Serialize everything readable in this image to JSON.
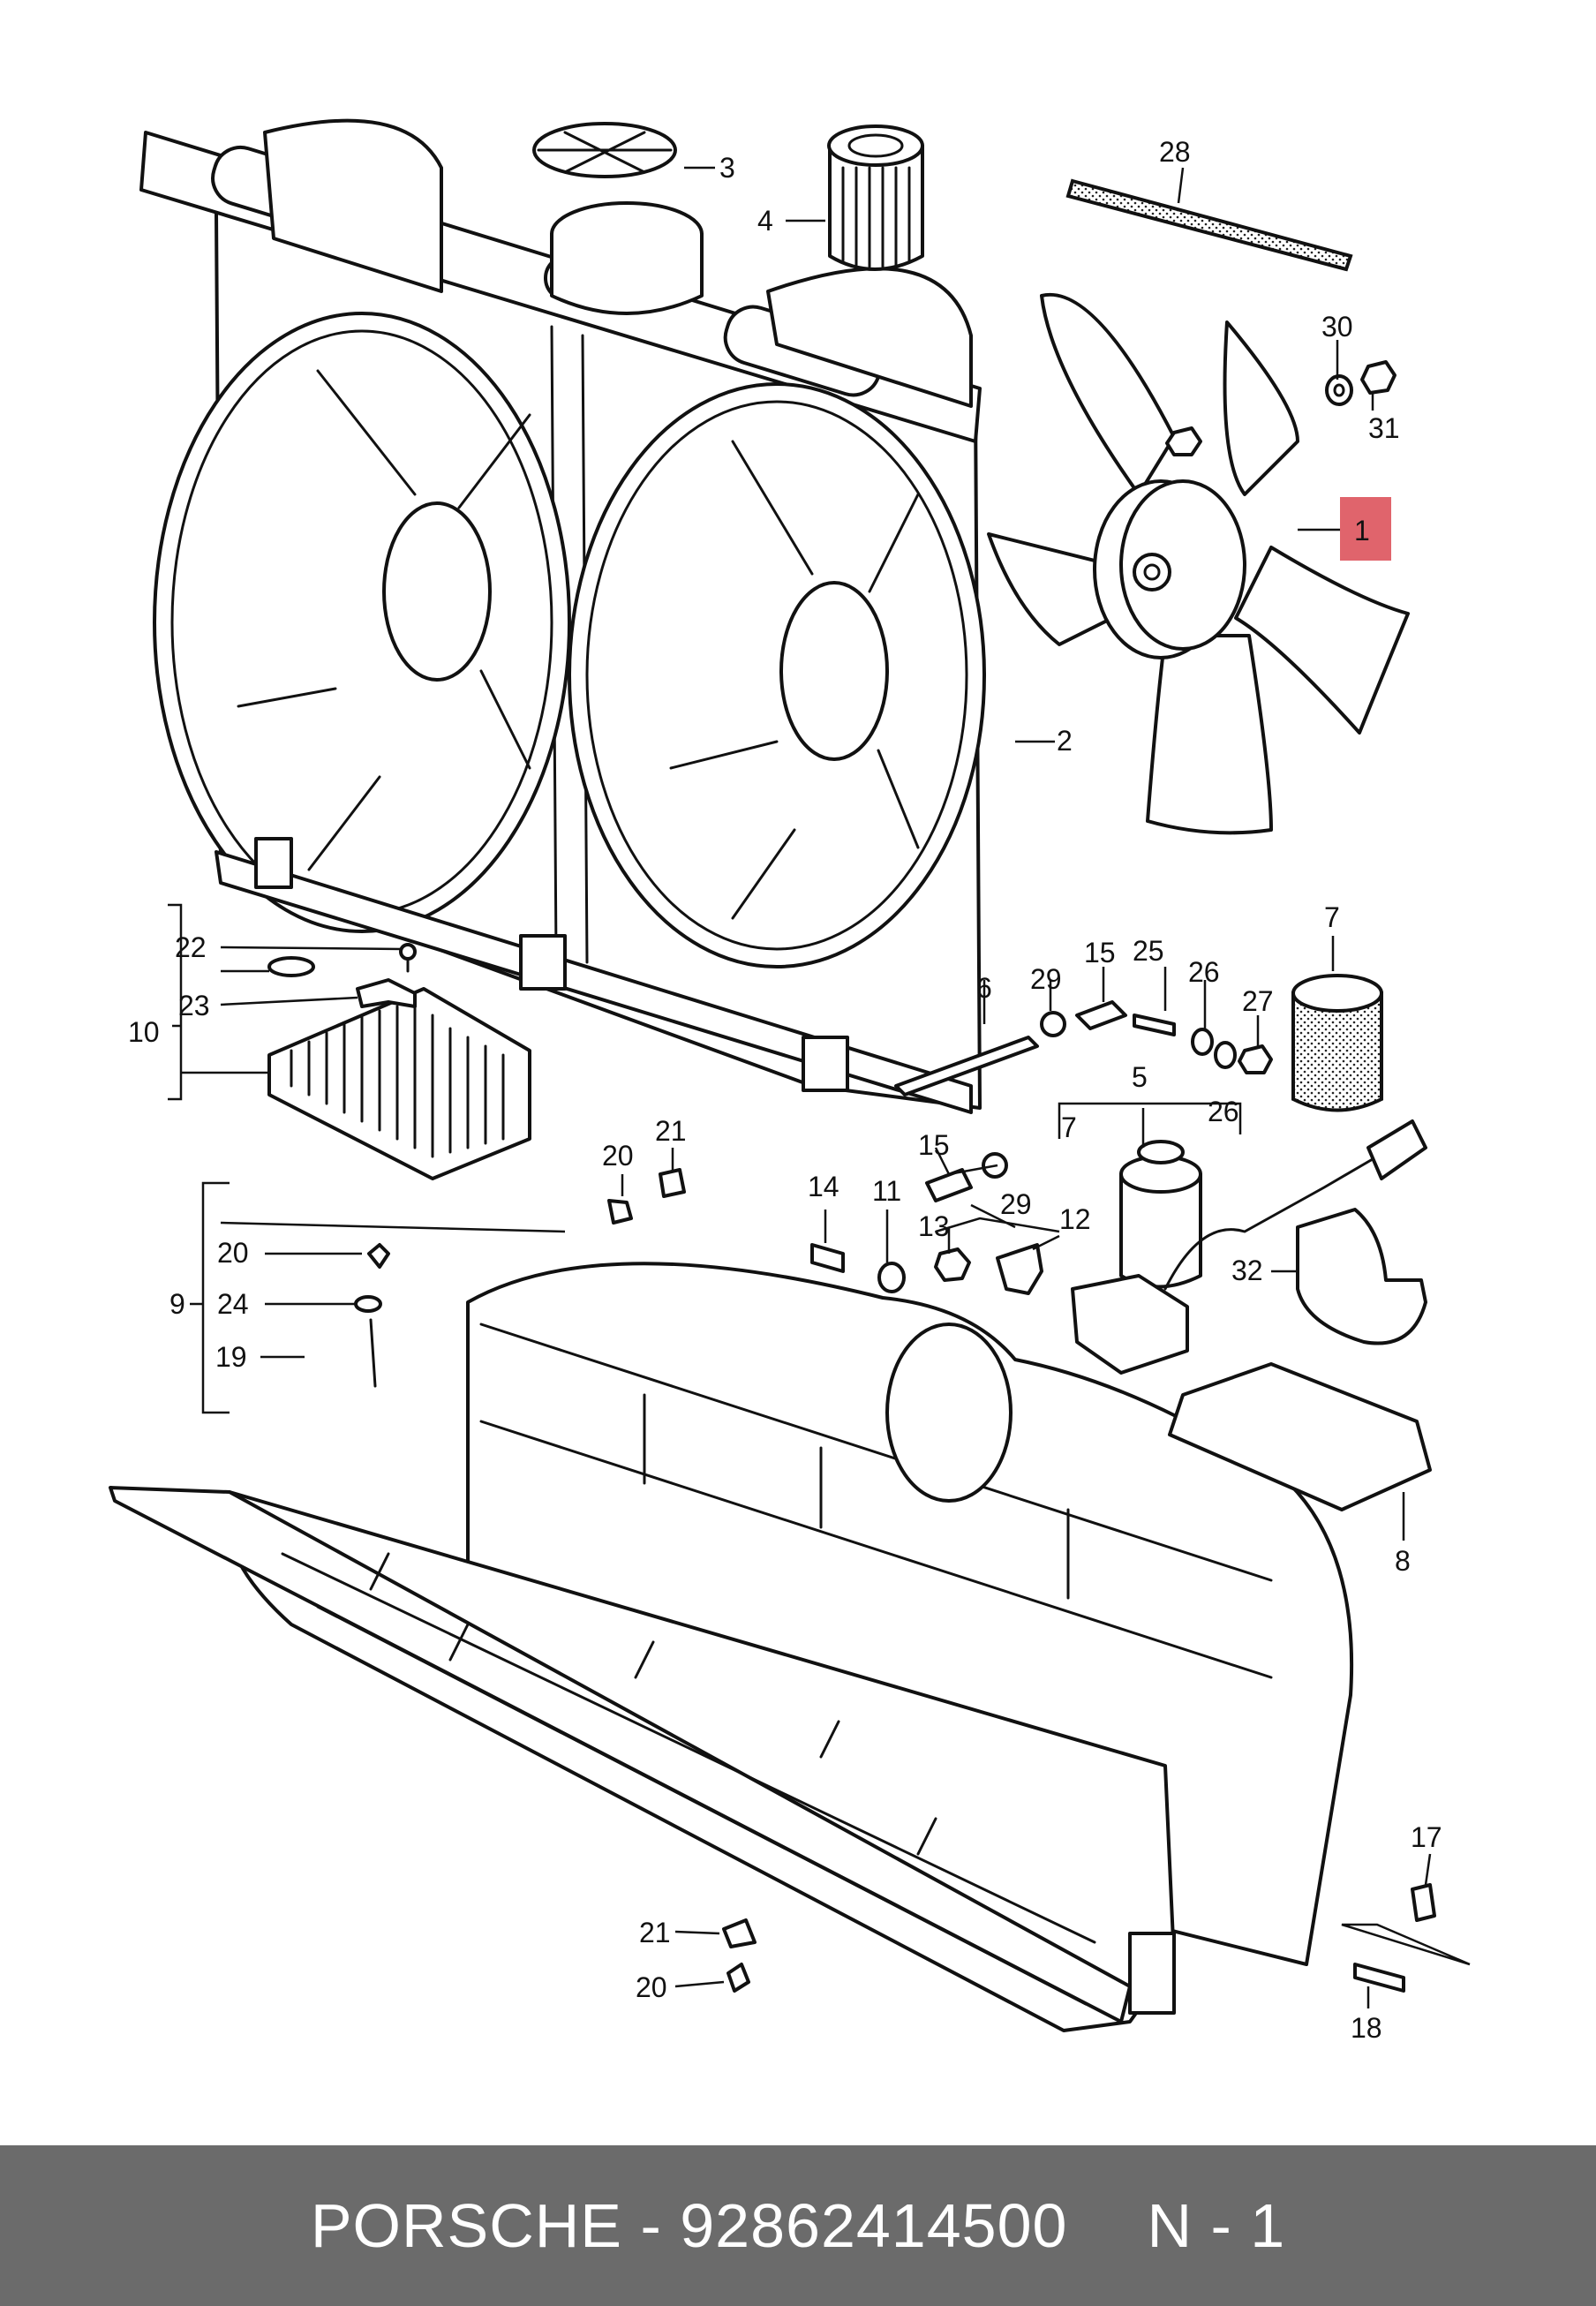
{
  "callouts": {
    "c1": "1",
    "c2": "2",
    "c3": "3",
    "c4": "4",
    "c5": "5",
    "c6": "6",
    "c7a": "7",
    "c7b": "7",
    "c8": "8",
    "c9": "9",
    "c10": "10",
    "c11": "11",
    "c12": "12",
    "c13": "13",
    "c14": "14",
    "c15a": "15",
    "c15b": "15",
    "c17": "17",
    "c18": "18",
    "c19": "19",
    "c20a": "20",
    "c20b": "20",
    "c20c": "20",
    "c21a": "21",
    "c21b": "21",
    "c22": "22",
    "c23": "23",
    "c24": "24",
    "c25": "25",
    "c26a": "26",
    "c26b": "26",
    "c27": "27",
    "c28": "28",
    "c29a": "29",
    "c29b": "29",
    "c30": "30",
    "c31": "31",
    "c32": "32"
  },
  "highlight_color": "#e0646c",
  "footer": {
    "brand": "PORSCHE",
    "separator": " - ",
    "part_number": "92862414500",
    "position": "N - 1"
  }
}
